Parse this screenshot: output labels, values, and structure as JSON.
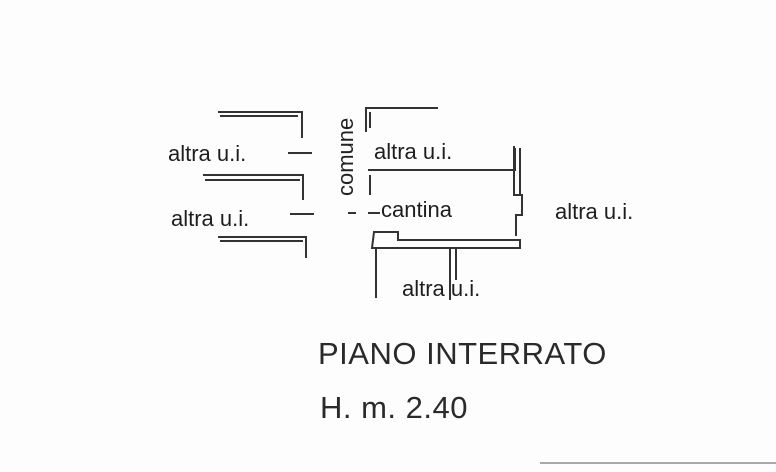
{
  "plan": {
    "labels": {
      "other_unit_left_top": "altra u.i.",
      "other_unit_left_bottom": "altra u.i.",
      "other_unit_right_top": "altra u.i.",
      "other_unit_right": "altra u.i.",
      "other_unit_bottom": "altra u.i.",
      "common": "comune",
      "cellar": "cantina"
    },
    "title": "PIANO INTERRATO",
    "height": "H. m. 2.40"
  }
}
